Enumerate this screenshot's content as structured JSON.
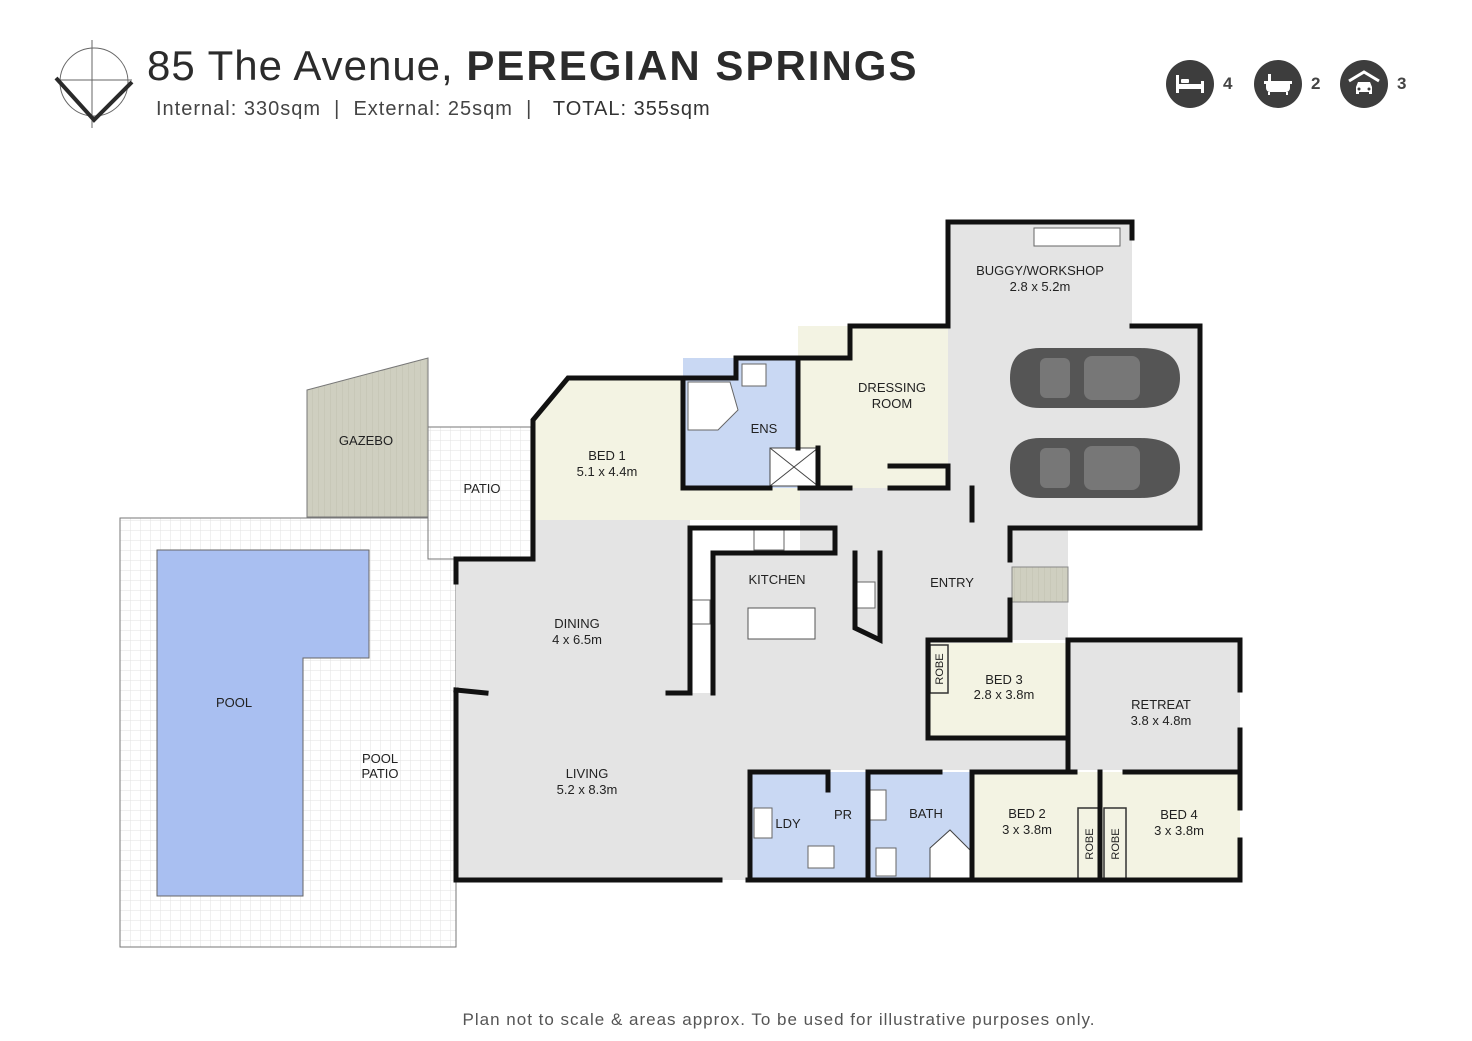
{
  "header": {
    "address": "85 The Avenue,",
    "suburb": "PEREGIAN SPRINGS",
    "internal": "Internal: 330sqm",
    "separator_1": "|",
    "external": "External: 25sqm",
    "separator_2": "|",
    "total": "TOTAL: 355sqm"
  },
  "features": {
    "bedrooms": "4",
    "bathrooms": "2",
    "garage": "3"
  },
  "rooms": {
    "gazebo": "GAZEBO",
    "patio": "PATIO",
    "pool": "POOL",
    "pool_patio_1": "POOL",
    "pool_patio_2": "PATIO",
    "bed1": "BED 1",
    "bed1_size": "5.1 x 4.4m",
    "ens": "ENS",
    "dressing_1": "DRESSING",
    "dressing_2": "ROOM",
    "buggy": "BUGGY/WORKSHOP",
    "buggy_size": "2.8 x 5.2m",
    "kitchen": "KITCHEN",
    "entry": "ENTRY",
    "dining": "DINING",
    "dining_size": "4 x 6.5m",
    "living": "LIVING",
    "living_size": "5.2 x 8.3m",
    "robe_bed3": "ROBE",
    "bed3": "BED 3",
    "bed3_size": "2.8 x 3.8m",
    "retreat": "RETREAT",
    "retreat_size": "3.8 x 4.8m",
    "ldy": "LDY",
    "pr": "PR",
    "bath": "BATH",
    "bed2": "BED 2",
    "bed2_size": "3 x 3.8m",
    "robe_bed2": "ROBE",
    "robe_bed4": "ROBE",
    "bed4": "BED 4",
    "bed4_size": "3 x 3.8m"
  },
  "colors": {
    "pool": "#a9bff1",
    "wet_area": "#c9d8f3",
    "bedroom": "#f3f3e3",
    "living": "#e4e4e4",
    "gazebo": "#cfcfc0",
    "patio": "#ffffff",
    "wall": "#111111",
    "icon_circle": "#3d3d3d"
  },
  "footer": {
    "disclaimer": "Plan not to scale & areas approx. To be used for illustrative purposes only."
  }
}
